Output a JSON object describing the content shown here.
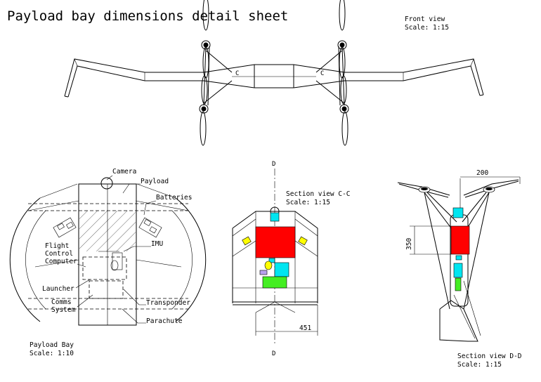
{
  "sheet": {
    "title": "Payload bay dimensions detail sheet"
  },
  "front_view": {
    "label": "Front view",
    "scale": "Scale:  1:15",
    "section_mark_left": "C",
    "section_mark_right": "C"
  },
  "payload_bay": {
    "label": "Payload Bay",
    "scale": "Scale:  1:10",
    "callouts": {
      "camera": "Camera",
      "payload": "Payload",
      "batteries": "Batteries",
      "imu": "IMU",
      "fcc_line1": "Flight",
      "fcc_line2": "Control",
      "fcc_line3": "Computer",
      "launcher": "Launcher",
      "comms_line1": "Comms",
      "comms_line2": "System",
      "transponder": "Transponder",
      "parachute": "Parachute"
    }
  },
  "section_cc": {
    "label": "Section view C-C",
    "scale": "Scale:  1:15",
    "mark_top": "D",
    "mark_bottom": "D",
    "dimension": "451"
  },
  "section_dd": {
    "label": "Section view D-D",
    "scale": "Scale:  1:15",
    "dimension_width": "200",
    "dimension_height": "350"
  },
  "colors": {
    "payload_red": "#ff0000",
    "camera_cyan": "#00e5f0",
    "battery_yellow": "#ffff00",
    "green": "#44ee22",
    "lavender": "#b8a0f0"
  }
}
